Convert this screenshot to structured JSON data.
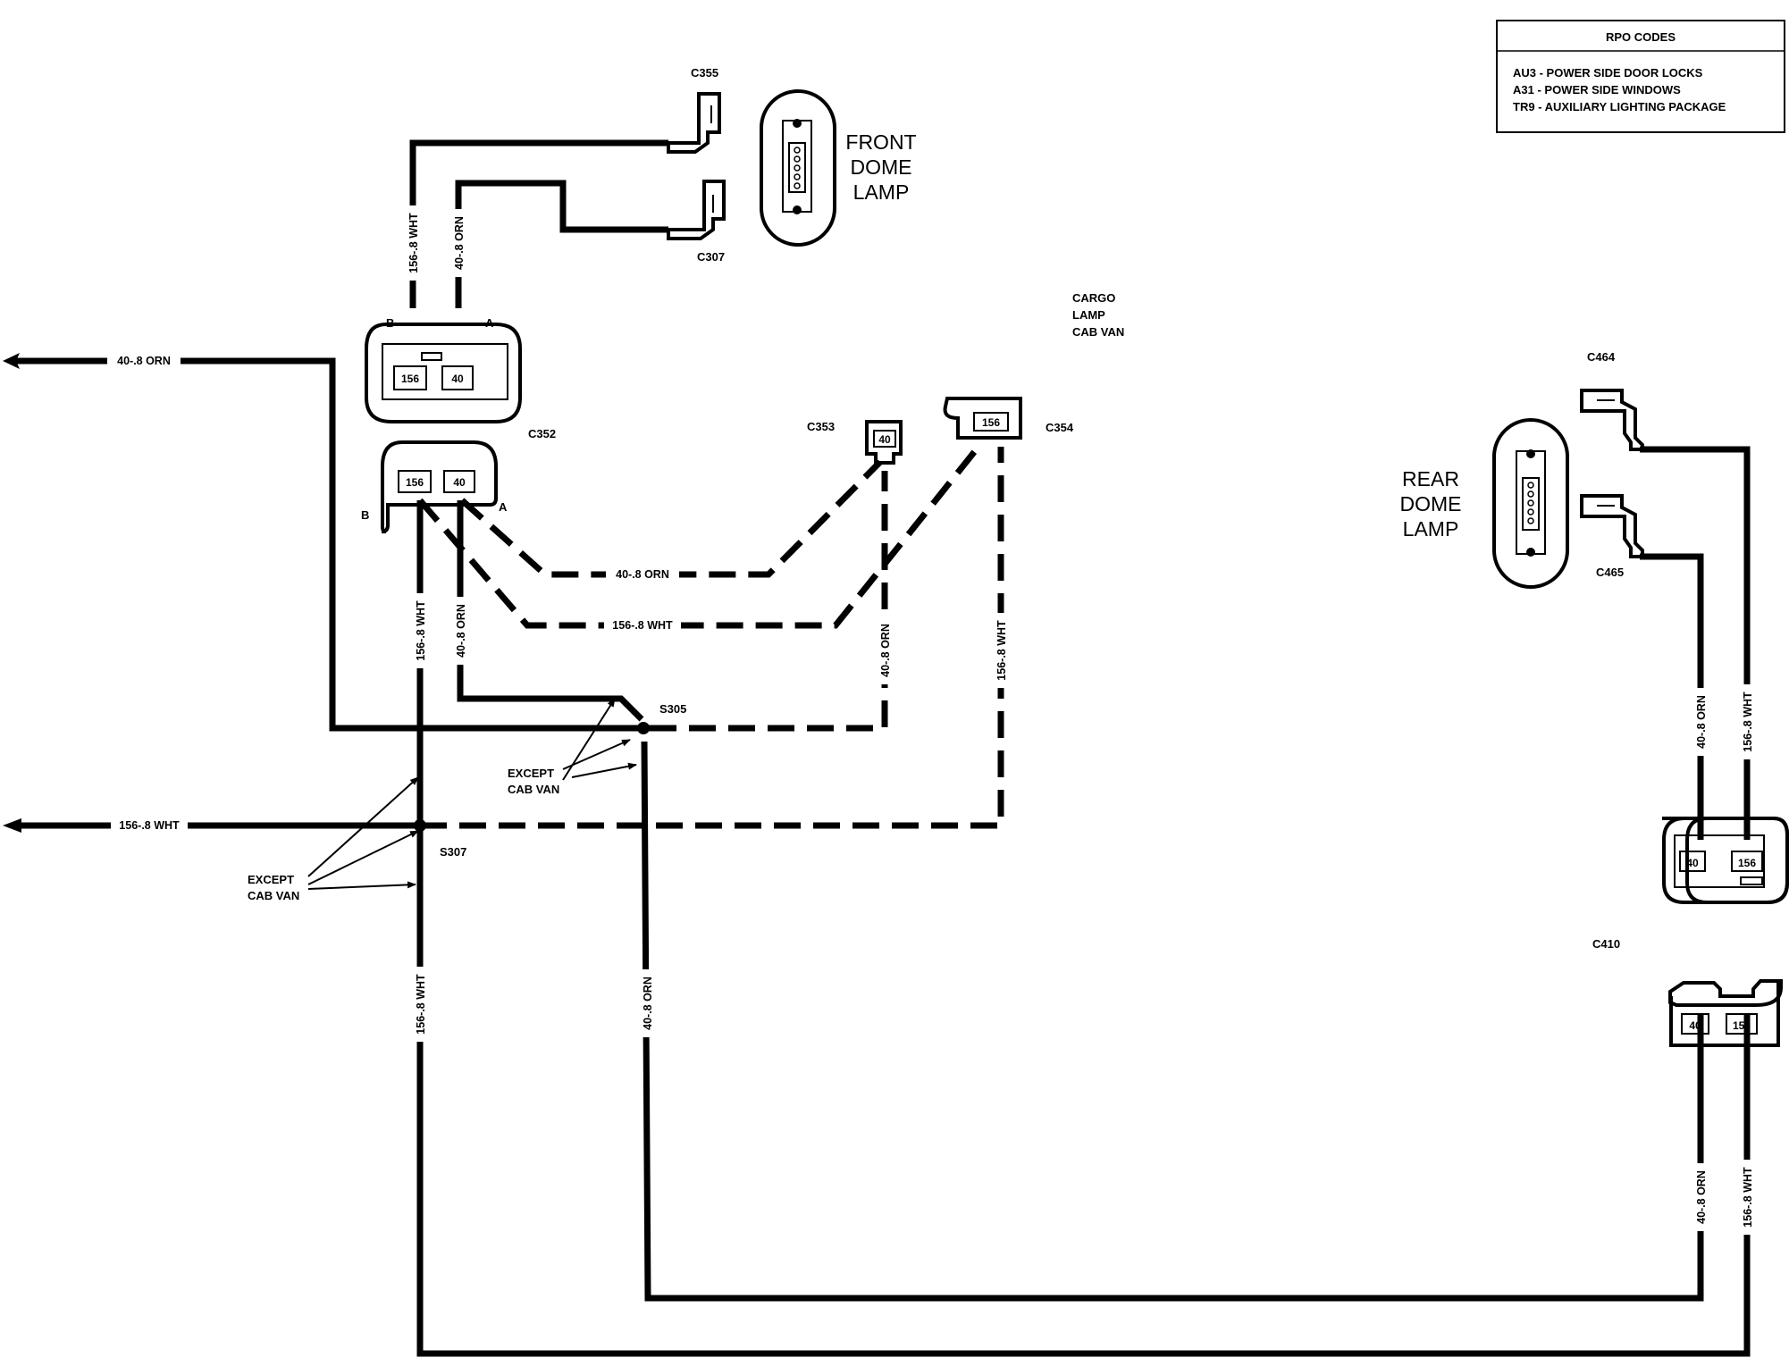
{
  "rpo": {
    "title": "RPO CODES",
    "lines": [
      "AU3 - POWER SIDE DOOR LOCKS",
      "A31 - POWER SIDE WINDOWS",
      "TR9 - AUXILIARY LIGHTING PACKAGE"
    ]
  },
  "front_lamp": {
    "line1": "FRONT",
    "line2": "DOME",
    "line3": "LAMP"
  },
  "rear_lamp": {
    "line1": "REAR",
    "line2": "DOME",
    "line3": "LAMP"
  },
  "cargo_lamp": {
    "line1": "CARGO",
    "line2": "LAMP",
    "line3": "CAB VAN"
  },
  "connectors": {
    "c355": "C355",
    "c307": "C307",
    "c352": "C352",
    "c353": "C353",
    "c354": "C354",
    "c464": "C464",
    "c465": "C465",
    "c410": "C410"
  },
  "splices": {
    "s305": "S305",
    "s307": "S307"
  },
  "pins": {
    "p40": "40",
    "p156": "156",
    "pin_a": "A",
    "pin_b": "B"
  },
  "wires": {
    "orn": "40-.8 ORN",
    "wht": "156-.8 WHT"
  },
  "notes": {
    "except_1": "EXCEPT",
    "cab_van_1": "CAB VAN",
    "except_2": "EXCEPT",
    "cab_van_2": "CAB VAN"
  }
}
